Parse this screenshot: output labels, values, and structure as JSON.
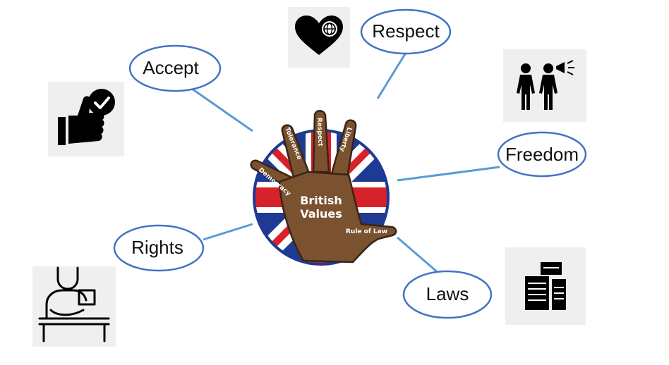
{
  "center": {
    "title_line1": "British",
    "title_line2": "Values",
    "fingers": [
      "Democracy",
      "Tolerance",
      "Respect",
      "Liberty",
      "Rule of Law"
    ]
  },
  "values": [
    {
      "label": "Accept",
      "icon": "thumbs-up-check-icon"
    },
    {
      "label": "Respect",
      "icon": "heart-globe-icon"
    },
    {
      "label": "Freedom",
      "icon": "people-megaphone-icon"
    },
    {
      "label": "Rights",
      "icon": "person-at-desk-icon"
    },
    {
      "label": "Laws",
      "icon": "law-books-icon"
    }
  ],
  "colors": {
    "bubble_border": "#4472c4",
    "connector": "#5b9bd5",
    "icon_tile": "#efefef",
    "flag_blue": "#1f3a93",
    "flag_red": "#d8222b",
    "hand": "#7a5230"
  }
}
